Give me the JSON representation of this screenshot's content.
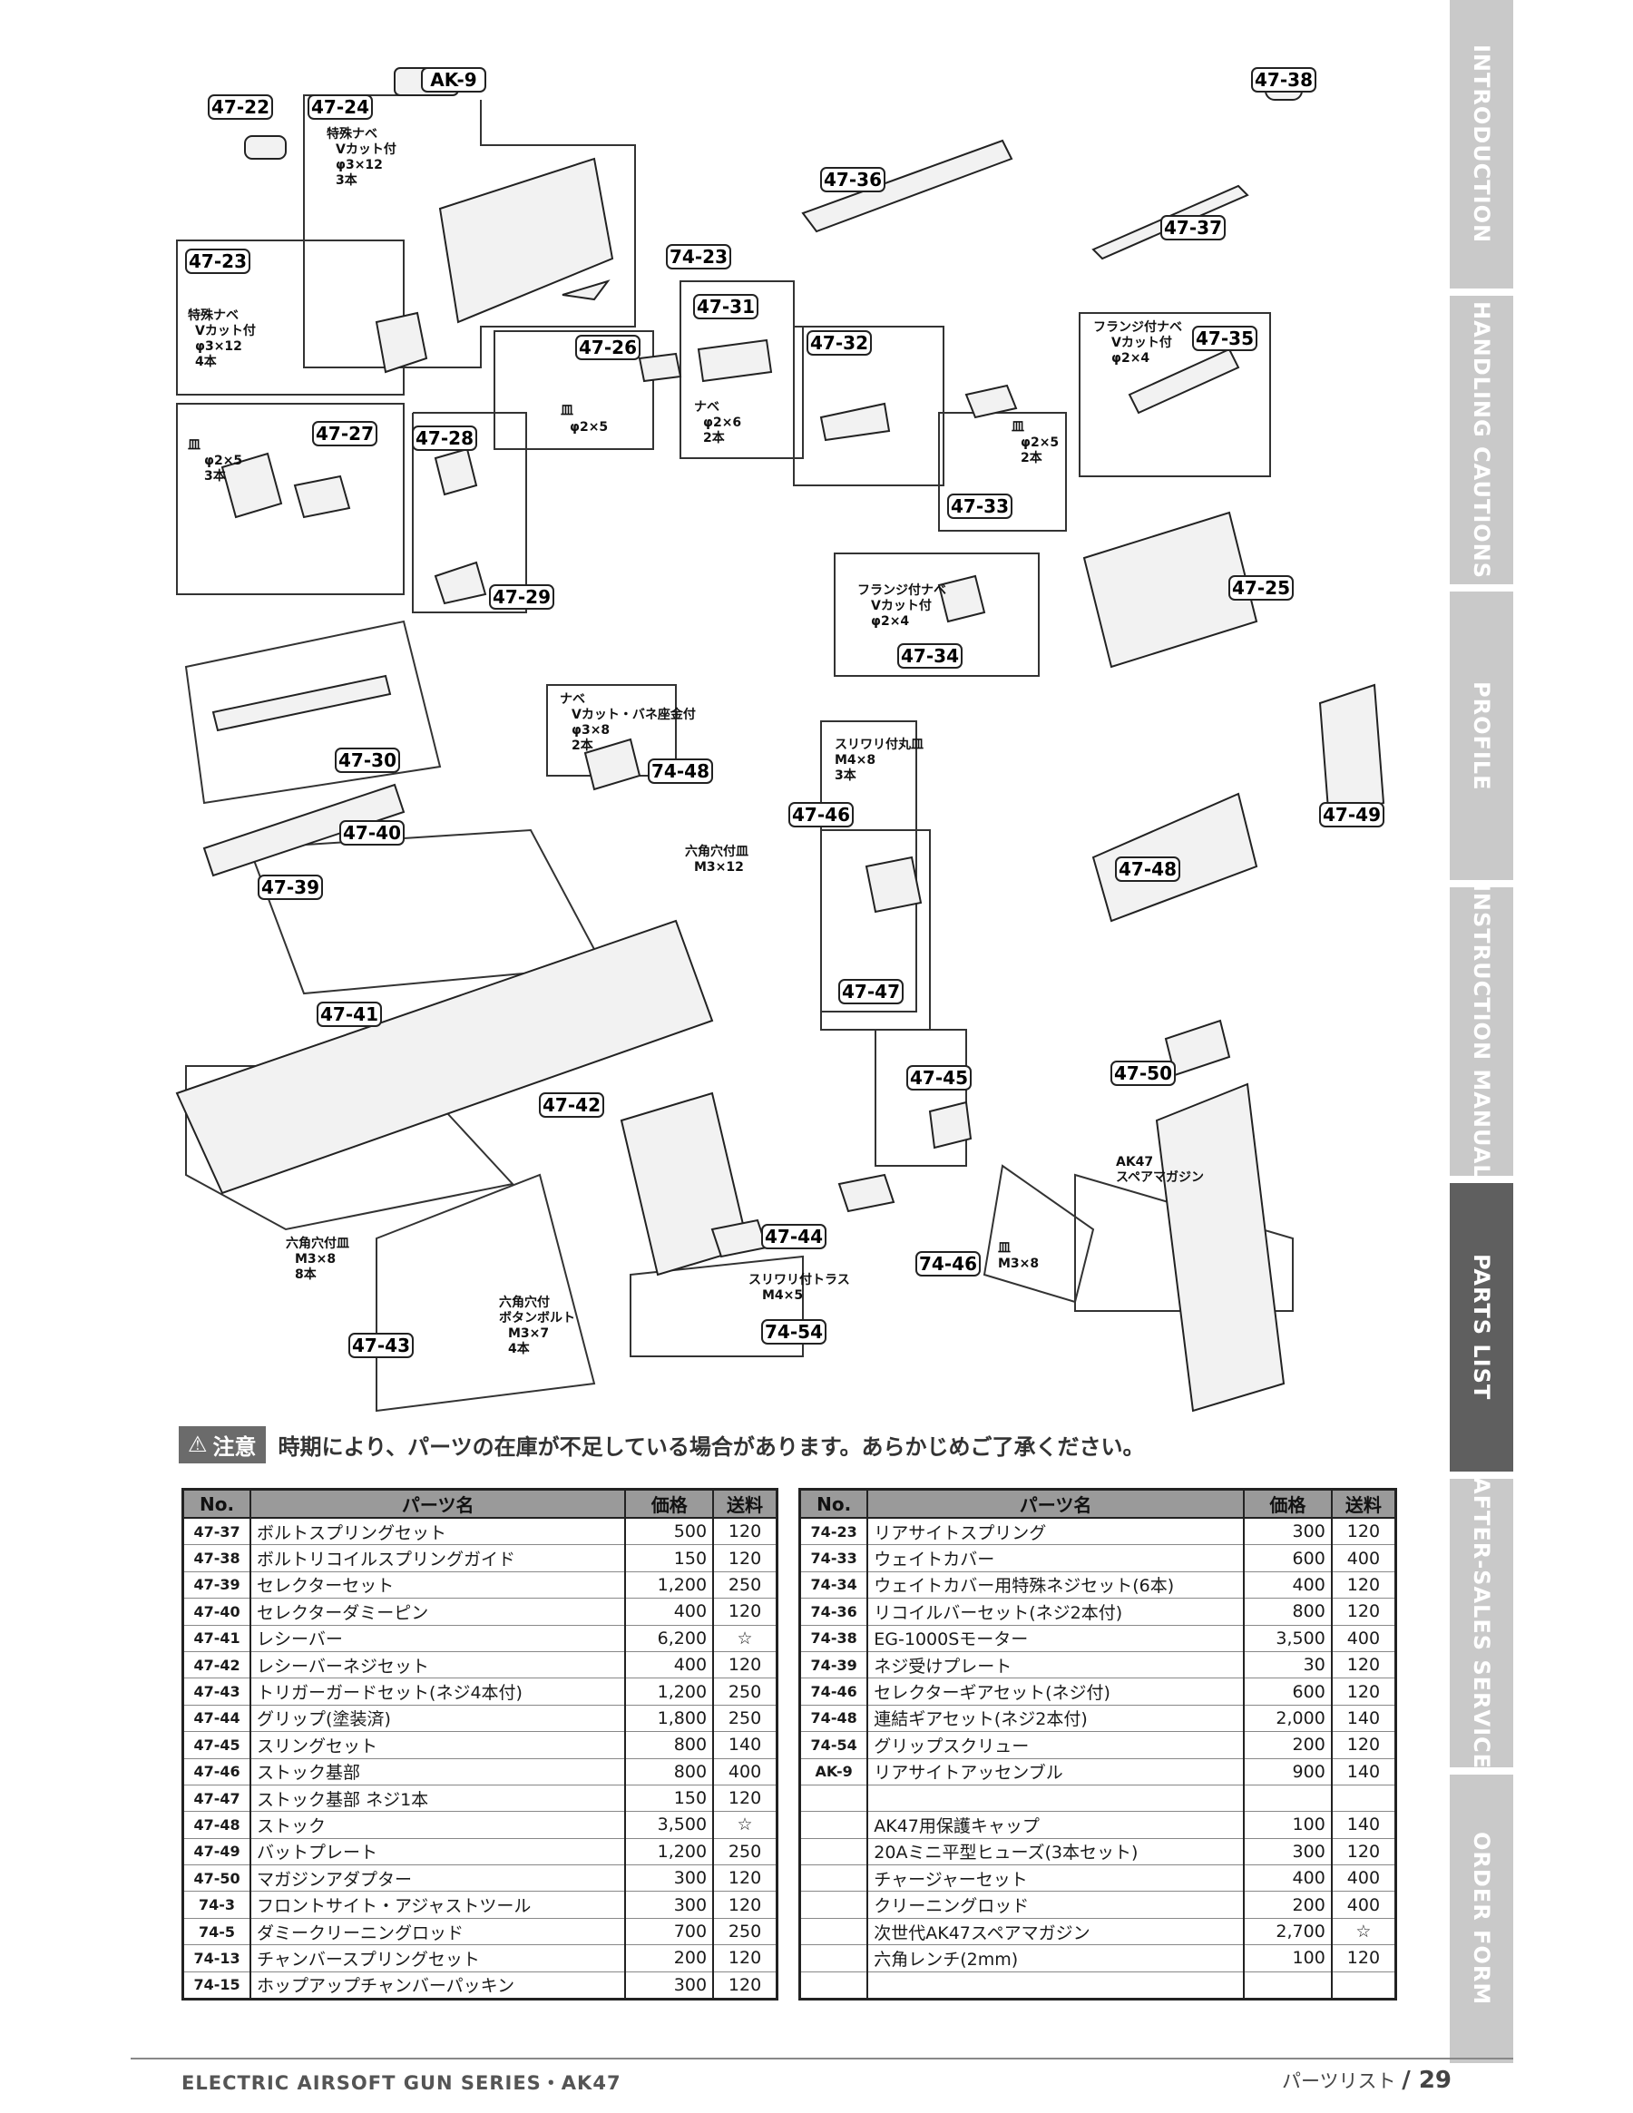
{
  "side_tabs": [
    {
      "label": "INTRODUCTION",
      "active": false
    },
    {
      "label": "HANDLING CAUTIONS",
      "active": false
    },
    {
      "label": "PROFILE",
      "active": false
    },
    {
      "label": "INSTRUCTION MANUAL",
      "active": false
    },
    {
      "label": "PARTS LIST",
      "active": true
    },
    {
      "label": "AFTER-SALES SERVICE",
      "active": false
    },
    {
      "label": "ORDER FORM",
      "active": false
    }
  ],
  "diagram": {
    "labels": [
      "AK-9",
      "47-22",
      "47-24",
      "47-38",
      "47-36",
      "47-37",
      "47-23",
      "74-23",
      "47-31",
      "47-32",
      "47-26",
      "47-35",
      "47-27",
      "47-28",
      "47-33",
      "47-29",
      "47-34",
      "47-25",
      "47-30",
      "74-48",
      "47-46",
      "47-49",
      "47-40",
      "47-48",
      "47-39",
      "47-47",
      "47-41",
      "47-50",
      "47-45",
      "47-42",
      "47-44",
      "74-46",
      "74-54",
      "47-43"
    ],
    "notes": {
      "n1": [
        "特殊ナベ",
        "Vカット付",
        "φ3×12",
        "3本"
      ],
      "n2": [
        "特殊ナベ",
        "Vカット付",
        "φ3×12",
        "4本"
      ],
      "n3": [
        "皿",
        "φ2×5"
      ],
      "n4": [
        "ナベ",
        "φ2×6",
        "2本"
      ],
      "n5": [
        "フランジ付ナベ",
        "Vカット付",
        "φ2×4"
      ],
      "n6": [
        "皿",
        "φ2×5",
        "3本"
      ],
      "n7": [
        "皿",
        "φ2×5",
        "2本"
      ],
      "n8": [
        "フランジ付ナベ",
        "Vカット付",
        "φ2×4"
      ],
      "n9": [
        "ナベ",
        "Vカット・バネ座金付",
        "φ3×8",
        "2本"
      ],
      "n10": [
        "スリワリ付丸皿",
        "M4×8",
        "3本"
      ],
      "n11": [
        "六角穴付皿",
        "M3×12"
      ],
      "n12": [
        "六角穴付皿",
        "M3×8",
        "8本"
      ],
      "n13": [
        "六角穴付",
        "ボタンボルト",
        "M3×7",
        "4本"
      ],
      "n14": [
        "スリワリ付トラス",
        "M4×5"
      ],
      "n15": [
        "皿",
        "M3×8"
      ],
      "n16": [
        "AK47",
        "スペアマガジン"
      ]
    }
  },
  "caution": {
    "badge": "注意",
    "text": "時期により、パーツの在庫が不足している場合があります。あらかじめご了承ください。"
  },
  "table_headers": {
    "no": "No.",
    "name": "パーツ名",
    "price": "価格",
    "shipping": "送料"
  },
  "left_rows": [
    {
      "no": "47-37",
      "name": "ボルトスプリングセット",
      "price": "500",
      "ship": "120"
    },
    {
      "no": "47-38",
      "name": "ボルトリコイルスプリングガイド",
      "price": "150",
      "ship": "120"
    },
    {
      "no": "47-39",
      "name": "セレクターセット",
      "price": "1,200",
      "ship": "250"
    },
    {
      "no": "47-40",
      "name": "セレクターダミーピン",
      "price": "400",
      "ship": "120"
    },
    {
      "no": "47-41",
      "name": "レシーバー",
      "price": "6,200",
      "ship": "☆"
    },
    {
      "no": "47-42",
      "name": "レシーバーネジセット",
      "price": "400",
      "ship": "120"
    },
    {
      "no": "47-43",
      "name": "トリガーガードセット(ネジ4本付)",
      "price": "1,200",
      "ship": "250"
    },
    {
      "no": "47-44",
      "name": "グリップ(塗装済)",
      "price": "1,800",
      "ship": "250"
    },
    {
      "no": "47-45",
      "name": "スリングセット",
      "price": "800",
      "ship": "140"
    },
    {
      "no": "47-46",
      "name": "ストック基部",
      "price": "800",
      "ship": "400"
    },
    {
      "no": "47-47",
      "name": "ストック基部 ネジ1本",
      "price": "150",
      "ship": "120"
    },
    {
      "no": "47-48",
      "name": "ストック",
      "price": "3,500",
      "ship": "☆"
    },
    {
      "no": "47-49",
      "name": "バットプレート",
      "price": "1,200",
      "ship": "250"
    },
    {
      "no": "47-50",
      "name": "マガジンアダプター",
      "price": "300",
      "ship": "120"
    },
    {
      "no": "74-3",
      "name": "フロントサイト・アジャストツール",
      "price": "300",
      "ship": "120"
    },
    {
      "no": "74-5",
      "name": "ダミークリーニングロッド",
      "price": "700",
      "ship": "250"
    },
    {
      "no": "74-13",
      "name": "チャンバースプリングセット",
      "price": "200",
      "ship": "120"
    },
    {
      "no": "74-15",
      "name": "ホップアップチャンバーパッキン",
      "price": "300",
      "ship": "120"
    }
  ],
  "right_rows": [
    {
      "no": "74-23",
      "name": "リアサイトスプリング",
      "price": "300",
      "ship": "120"
    },
    {
      "no": "74-33",
      "name": "ウェイトカバー",
      "price": "600",
      "ship": "400"
    },
    {
      "no": "74-34",
      "name": "ウェイトカバー用特殊ネジセット(6本)",
      "price": "400",
      "ship": "120"
    },
    {
      "no": "74-36",
      "name": "リコイルバーセット(ネジ2本付)",
      "price": "800",
      "ship": "120"
    },
    {
      "no": "74-38",
      "name": "EG-1000Sモーター",
      "price": "3,500",
      "ship": "400"
    },
    {
      "no": "74-39",
      "name": "ネジ受けプレート",
      "price": "30",
      "ship": "120"
    },
    {
      "no": "74-46",
      "name": "セレクターギアセット(ネジ付)",
      "price": "600",
      "ship": "120"
    },
    {
      "no": "74-48",
      "name": "連結ギアセット(ネジ2本付)",
      "price": "2,000",
      "ship": "140"
    },
    {
      "no": "74-54",
      "name": "グリップスクリュー",
      "price": "200",
      "ship": "120"
    },
    {
      "no": "AK-9",
      "name": "リアサイトアッセンブル",
      "price": "900",
      "ship": "140"
    },
    {
      "no": "",
      "name": "",
      "price": "",
      "ship": ""
    },
    {
      "no": "",
      "name": "AK47用保護キャップ",
      "price": "100",
      "ship": "140"
    },
    {
      "no": "",
      "name": "20Aミニ平型ヒューズ(3本セット)",
      "price": "300",
      "ship": "120"
    },
    {
      "no": "",
      "name": "チャージャーセット",
      "price": "400",
      "ship": "400"
    },
    {
      "no": "",
      "name": "クリーニングロッド",
      "price": "200",
      "ship": "400"
    },
    {
      "no": "",
      "name": "次世代AK47スペアマガジン",
      "price": "2,700",
      "ship": "☆"
    },
    {
      "no": "",
      "name": "六角レンチ(2mm)",
      "price": "100",
      "ship": "120"
    },
    {
      "no": "",
      "name": "",
      "price": "",
      "ship": ""
    }
  ],
  "footer": {
    "left": "ELECTRIC AIRSOFT GUN SERIES・AK47",
    "right_label": "パーツリスト",
    "page": "29"
  }
}
